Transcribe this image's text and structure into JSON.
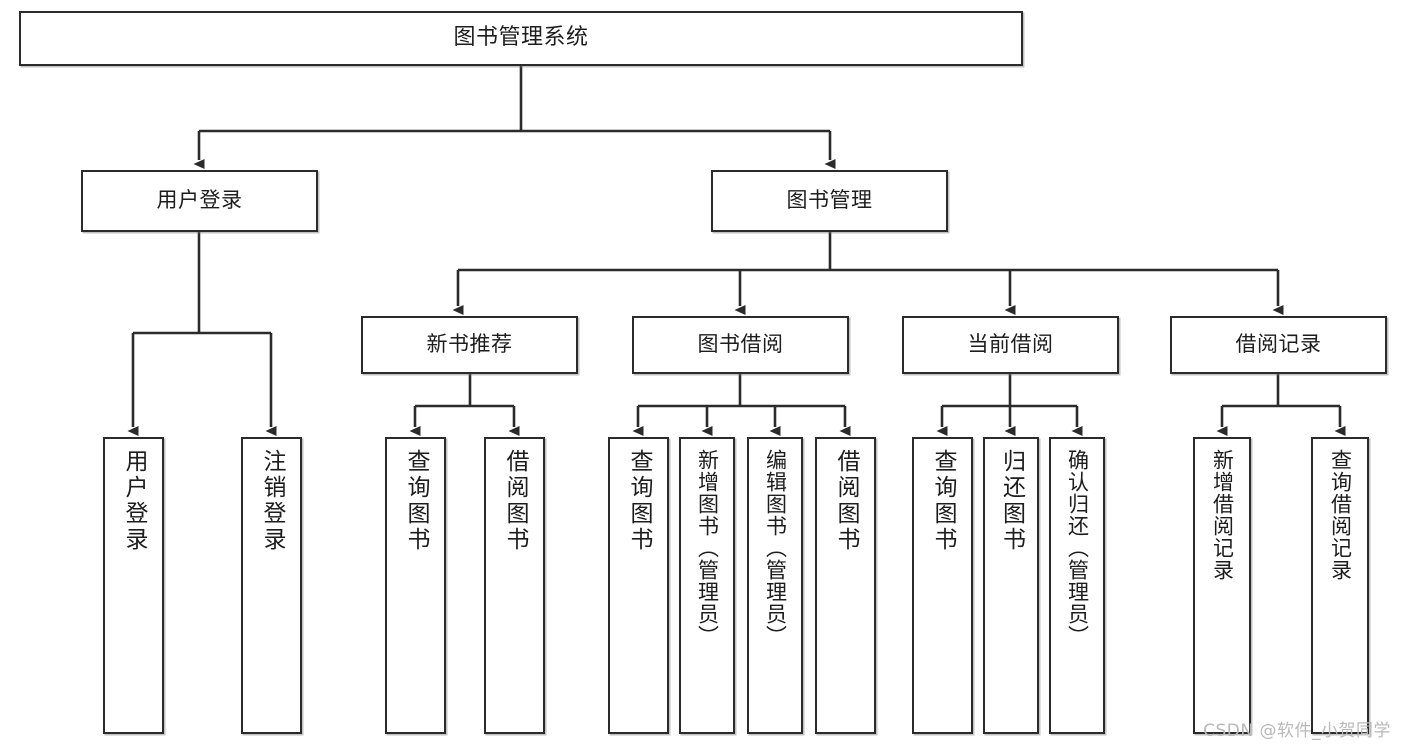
{
  "diagram": {
    "title": "图书管理系统",
    "type": "tree-hierarchy-chart",
    "watermark": "CSDN @软件_小贺同学",
    "colors": {
      "stroke": "#2b2b2b",
      "fill": "#ffffff",
      "text": "#1d1d1d",
      "watermark": "#b9b9b9"
    },
    "levels": {
      "root": "图书管理系统",
      "level2": [
        "用户登录",
        "图书管理"
      ],
      "level3": [
        "新书推荐",
        "图书借阅",
        "当前借阅",
        "借阅记录"
      ]
    },
    "nodes": {
      "root": {
        "label": "图书管理系统"
      },
      "user_login": {
        "label": "用户登录"
      },
      "book_manage": {
        "label": "图书管理"
      },
      "new_book_rec": {
        "label": "新书推荐"
      },
      "book_borrow": {
        "label": "图书借阅"
      },
      "current_borrow": {
        "label": "当前借阅"
      },
      "borrow_record": {
        "label": "借阅记录"
      },
      "leaf_user_login": {
        "label": "用户登录"
      },
      "leaf_logout": {
        "label": "注销登录"
      },
      "leaf_query_book_1": {
        "label": "查询图书"
      },
      "leaf_borrow_book_1": {
        "label": "借阅图书"
      },
      "leaf_query_book_2": {
        "label": "查询图书"
      },
      "leaf_add_book": {
        "label": "新增图书（管理员）"
      },
      "leaf_edit_book": {
        "label": "编辑图书（管理员）"
      },
      "leaf_borrow_book_2": {
        "label": "借阅图书"
      },
      "leaf_query_book_3": {
        "label": "查询图书"
      },
      "leaf_return_book": {
        "label": "归还图书"
      },
      "leaf_confirm_return": {
        "label": "确认归还（管理员）"
      },
      "leaf_add_record": {
        "label": "新增借阅记录"
      },
      "leaf_query_record": {
        "label": "查询借阅记录"
      }
    }
  }
}
